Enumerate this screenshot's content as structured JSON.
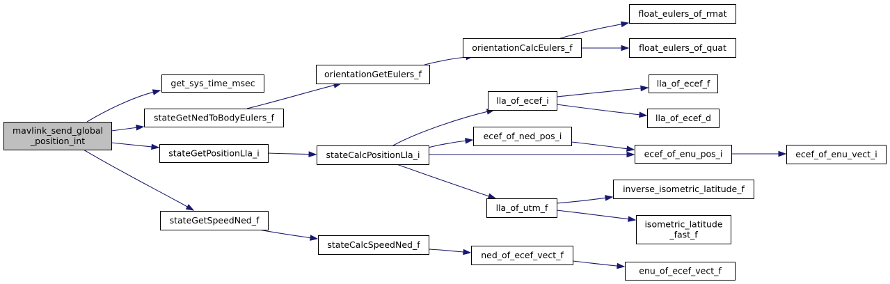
{
  "graph": {
    "root": "mavlink_send_global_position_int",
    "nodes": {
      "mavlink_send_global_position_int": [
        "mavlink_send_global",
        "_position_int"
      ],
      "get_sys_time_msec": [
        "get_sys_time_msec"
      ],
      "stateGetNedToBodyEulers_f": [
        "stateGetNedToBodyEulers_f"
      ],
      "stateGetPositionLla_i": [
        "stateGetPositionLla_i"
      ],
      "stateGetSpeedNed_f": [
        "stateGetSpeedNed_f"
      ],
      "orientationGetEulers_f": [
        "orientationGetEulers_f"
      ],
      "stateCalcPositionLla_i": [
        "stateCalcPositionLla_i"
      ],
      "stateCalcSpeedNed_f": [
        "stateCalcSpeedNed_f"
      ],
      "orientationCalcEulers_f": [
        "orientationCalcEulers_f"
      ],
      "lla_of_ecef_i": [
        "lla_of_ecef_i"
      ],
      "ecef_of_ned_pos_i": [
        "ecef_of_ned_pos_i"
      ],
      "lla_of_utm_f": [
        "lla_of_utm_f"
      ],
      "ned_of_ecef_vect_f": [
        "ned_of_ecef_vect_f"
      ],
      "float_eulers_of_rmat": [
        "float_eulers_of_rmat"
      ],
      "float_eulers_of_quat": [
        "float_eulers_of_quat"
      ],
      "lla_of_ecef_f": [
        "lla_of_ecef_f"
      ],
      "lla_of_ecef_d": [
        "lla_of_ecef_d"
      ],
      "ecef_of_enu_pos_i": [
        "ecef_of_enu_pos_i"
      ],
      "inverse_isometric_latitude_f": [
        "inverse_isometric_latitude_f"
      ],
      "isometric_latitude_fast_f": [
        "isometric_latitude",
        "_fast_f"
      ],
      "enu_of_ecef_vect_f": [
        "enu_of_ecef_vect_f"
      ],
      "ecef_of_enu_vect_i": [
        "ecef_of_enu_vect_i"
      ]
    },
    "edges": [
      [
        "mavlink_send_global_position_int",
        "get_sys_time_msec"
      ],
      [
        "mavlink_send_global_position_int",
        "stateGetNedToBodyEulers_f"
      ],
      [
        "mavlink_send_global_position_int",
        "stateGetPositionLla_i"
      ],
      [
        "mavlink_send_global_position_int",
        "stateGetSpeedNed_f"
      ],
      [
        "stateGetNedToBodyEulers_f",
        "orientationGetEulers_f"
      ],
      [
        "orientationGetEulers_f",
        "orientationCalcEulers_f"
      ],
      [
        "orientationCalcEulers_f",
        "float_eulers_of_rmat"
      ],
      [
        "orientationCalcEulers_f",
        "float_eulers_of_quat"
      ],
      [
        "stateGetPositionLla_i",
        "stateCalcPositionLla_i"
      ],
      [
        "stateCalcPositionLla_i",
        "lla_of_ecef_i"
      ],
      [
        "stateCalcPositionLla_i",
        "ecef_of_ned_pos_i"
      ],
      [
        "stateCalcPositionLla_i",
        "ecef_of_enu_pos_i"
      ],
      [
        "stateCalcPositionLla_i",
        "lla_of_utm_f"
      ],
      [
        "lla_of_ecef_i",
        "lla_of_ecef_f"
      ],
      [
        "lla_of_ecef_i",
        "lla_of_ecef_d"
      ],
      [
        "ecef_of_ned_pos_i",
        "ecef_of_enu_pos_i"
      ],
      [
        "ecef_of_enu_pos_i",
        "ecef_of_enu_vect_i"
      ],
      [
        "lla_of_utm_f",
        "inverse_isometric_latitude_f"
      ],
      [
        "lla_of_utm_f",
        "isometric_latitude_fast_f"
      ],
      [
        "stateGetSpeedNed_f",
        "stateCalcSpeedNed_f"
      ],
      [
        "stateCalcSpeedNed_f",
        "ned_of_ecef_vect_f"
      ],
      [
        "ned_of_ecef_vect_f",
        "enu_of_ecef_vect_f"
      ]
    ]
  },
  "colors": {
    "edge": "#191970",
    "root_fill": "#bfbfbf",
    "node_fill": "#ffffff",
    "node_stroke": "#000000"
  }
}
